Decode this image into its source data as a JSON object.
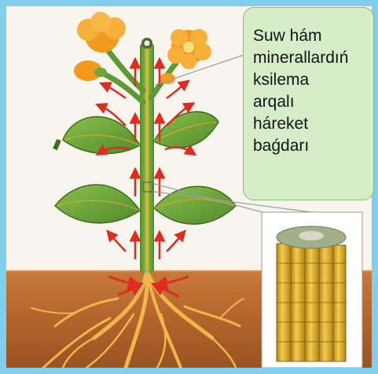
{
  "callout": {
    "text": "Suw hám\nminerallardıń\nksilema\narqalı\nháreket\nbaǵdarı"
  },
  "colors": {
    "frame": "#7fd0ee",
    "callout_fill": "#d7ecc9",
    "callout_border": "#8dbb73",
    "soil": "#b8692e",
    "stem": "#6fa83a",
    "xylem": "#e7b531",
    "arrow": "#e02b1f",
    "flower": "#f39a1d"
  },
  "icons": [
    "flower",
    "leaf",
    "root",
    "xylem-vessel",
    "arrow"
  ]
}
